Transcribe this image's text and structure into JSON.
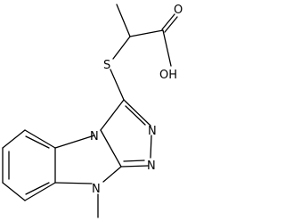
{
  "molecule": {
    "atom_labels": {
      "sulfur": "S",
      "oxygen_carbonyl": "O",
      "hydroxyl": "OH",
      "nitrogen_top": "N",
      "nitrogen_mid": "N",
      "nitrogen_fused": "N",
      "nitrogen_methyl": "N"
    },
    "colors": {
      "bond": "#000000",
      "label": "#000000",
      "background": "#ffffff"
    }
  }
}
